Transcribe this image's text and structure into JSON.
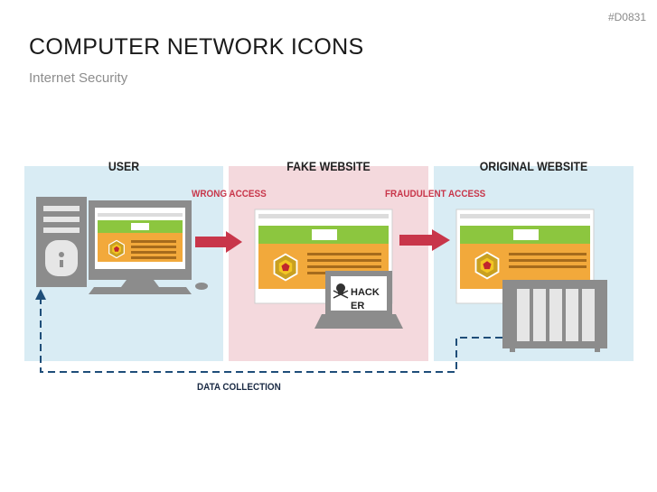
{
  "header": {
    "code": "#D0831",
    "title": "COMPUTER NETWORK ICONS",
    "subtitle": "Internet Security"
  },
  "panels": {
    "user": "USER",
    "fake": "FAKE WEBSITE",
    "original": "ORIGINAL WEBSITE"
  },
  "labels": {
    "wrong_access": "WRONG ACCESS",
    "fraudulent_access": "FRAUDULENT ACCESS",
    "hacker": "HACKER",
    "data_collection": "DATA COLLECTION"
  },
  "colors": {
    "panel_blue": "#d9ecf4",
    "panel_pink": "#f4d9dd",
    "arrow_red": "#c8364a",
    "accent_green": "#8cc63f",
    "accent_orange": "#f2a93b",
    "device_gray": "#8c8c8c",
    "dashed_line": "#1f4e79"
  },
  "icons": [
    "desktop-computer-icon",
    "browser-window-icon",
    "shield-icon",
    "laptop-icon",
    "skull-icon",
    "nas-server-icon",
    "mouse-icon"
  ]
}
